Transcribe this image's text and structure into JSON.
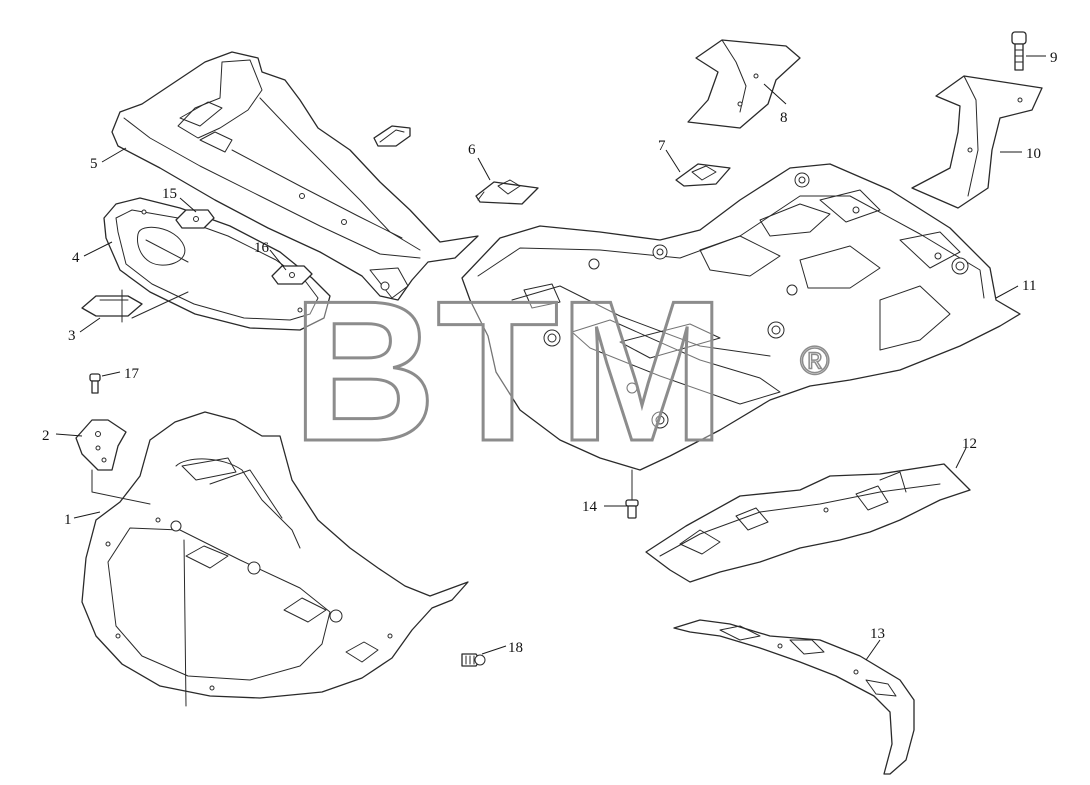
{
  "diagram": {
    "watermark": {
      "text": "BTM",
      "registered_mark": "®",
      "color": "#8c8c8c"
    },
    "callouts": {
      "p1": "1",
      "p2": "2",
      "p3": "3",
      "p4": "4",
      "p5": "5",
      "p6": "6",
      "p7": "7",
      "p8": "8",
      "p9": "9",
      "p10": "10",
      "p11": "11",
      "p12": "12",
      "p13": "13",
      "p14": "14",
      "p15": "15",
      "p16": "16",
      "p17": "17",
      "p18": "18"
    }
  }
}
